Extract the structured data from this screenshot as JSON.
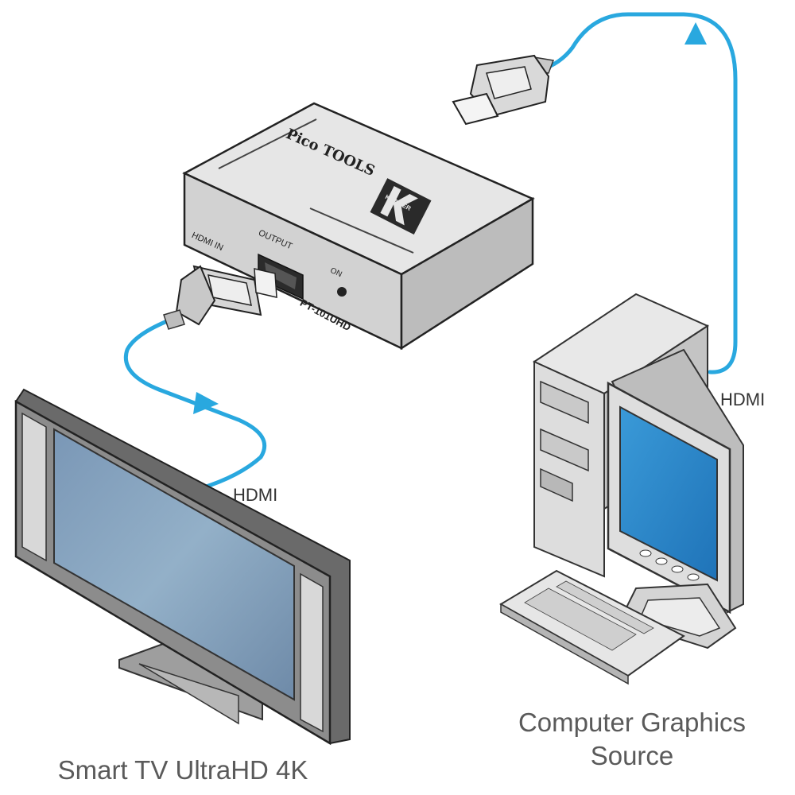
{
  "device": {
    "brand_series": "Pico TOOLS",
    "logo_text": "KRAMER",
    "output_label": "OUTPUT",
    "input_label": "HDMI IN",
    "power_label": "ON",
    "model": "PT-101UHD"
  },
  "cables": {
    "source_cable_label": "HDMI",
    "display_cable_label": "HDMI",
    "color": "#29a8df"
  },
  "captions": {
    "display": "Smart TV UltraHD 4K",
    "source_line1": "Computer Graphics",
    "source_line2": "Source"
  }
}
